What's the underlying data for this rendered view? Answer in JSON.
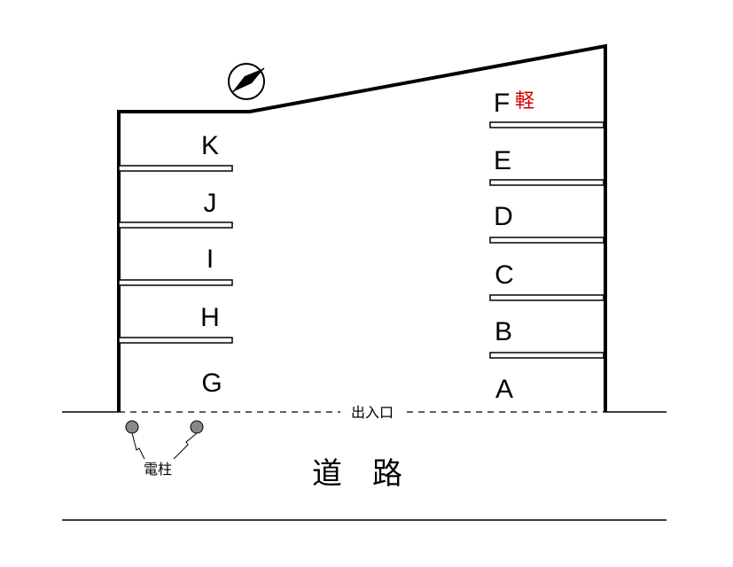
{
  "slots": {
    "left": [
      "K",
      "J",
      "I",
      "H",
      "G"
    ],
    "right": [
      "F",
      "E",
      "D",
      "C",
      "B",
      "A"
    ]
  },
  "kei_mark": "軽",
  "entrance_label": "出入口",
  "pole_label": "電柱",
  "road_label": "道　路",
  "colors": {
    "line": "#000000",
    "kei": "#d40000",
    "pole": "#888888"
  },
  "compass_icon": "north-arrow-icon"
}
